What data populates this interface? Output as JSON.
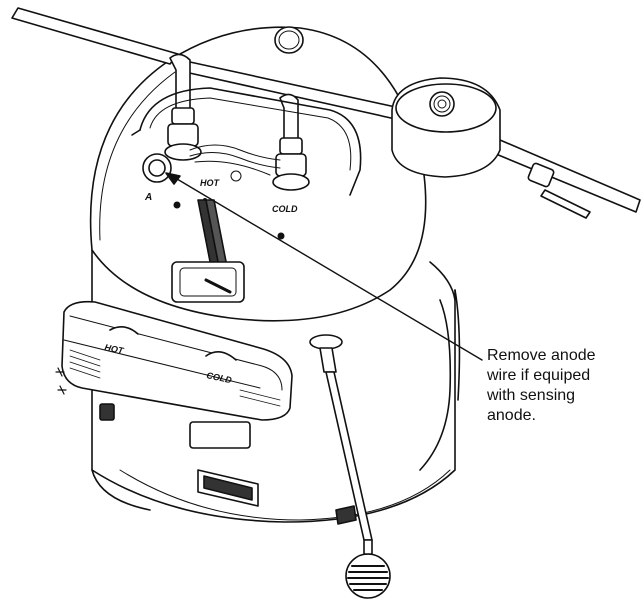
{
  "diagram": {
    "callout": {
      "lines": [
        "Remove anode",
        "wire if equiped",
        "with sensing",
        "anode."
      ]
    },
    "labels": {
      "hot_port": "HOT",
      "cold_port": "COLD",
      "anode_letter": "A",
      "cover_hot": "HOT",
      "cover_cold": "COLD"
    }
  }
}
